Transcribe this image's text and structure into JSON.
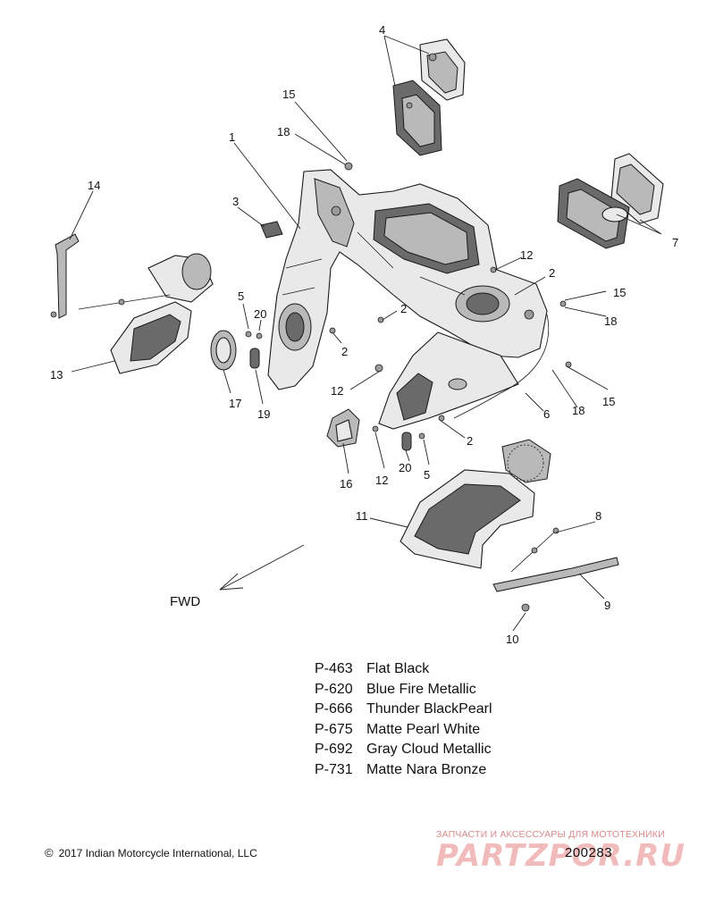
{
  "diagram": {
    "callouts": {
      "c1": "1",
      "c2a": "2",
      "c2b": "2",
      "c2c": "2",
      "c2d": "2",
      "c3": "3",
      "c4": "4",
      "c5a": "5",
      "c5b": "5",
      "c6": "6",
      "c7": "7",
      "c8": "8",
      "c9": "9",
      "c10": "10",
      "c11": "11",
      "c12a": "12",
      "c12b": "12",
      "c12c": "12",
      "c13": "13",
      "c14": "14",
      "c15a": "15",
      "c15b": "15",
      "c15c": "15",
      "c16": "16",
      "c17": "17",
      "c18a": "18",
      "c18b": "18",
      "c18c": "18",
      "c19": "19",
      "c20a": "20",
      "c20b": "20"
    },
    "direction_label": "FWD"
  },
  "paint_codes": [
    {
      "code": "P-463",
      "name": "Flat Black"
    },
    {
      "code": "P-620",
      "name": "Blue Fire Metallic"
    },
    {
      "code": "P-666",
      "name": "Thunder BlackPearl"
    },
    {
      "code": "P-675",
      "name": "Matte Pearl White"
    },
    {
      "code": "P-692",
      "name": "Gray Cloud Metallic"
    },
    {
      "code": "P-731",
      "name": "Matte Nara Bronze"
    }
  ],
  "footer": {
    "copyright_symbol": "©",
    "copyright": "2017 Indian Motorcycle International, LLC",
    "diagram_number": "200283"
  },
  "watermark": {
    "tagline": "ЗАПЧАСТИ И АКСЕССУАРЫ ДЛЯ МОТОТЕХНИКИ",
    "brand": "PARTZPOR.RU"
  },
  "colors": {
    "line": "#1a1a1a",
    "watermark": "#d63c3c"
  }
}
